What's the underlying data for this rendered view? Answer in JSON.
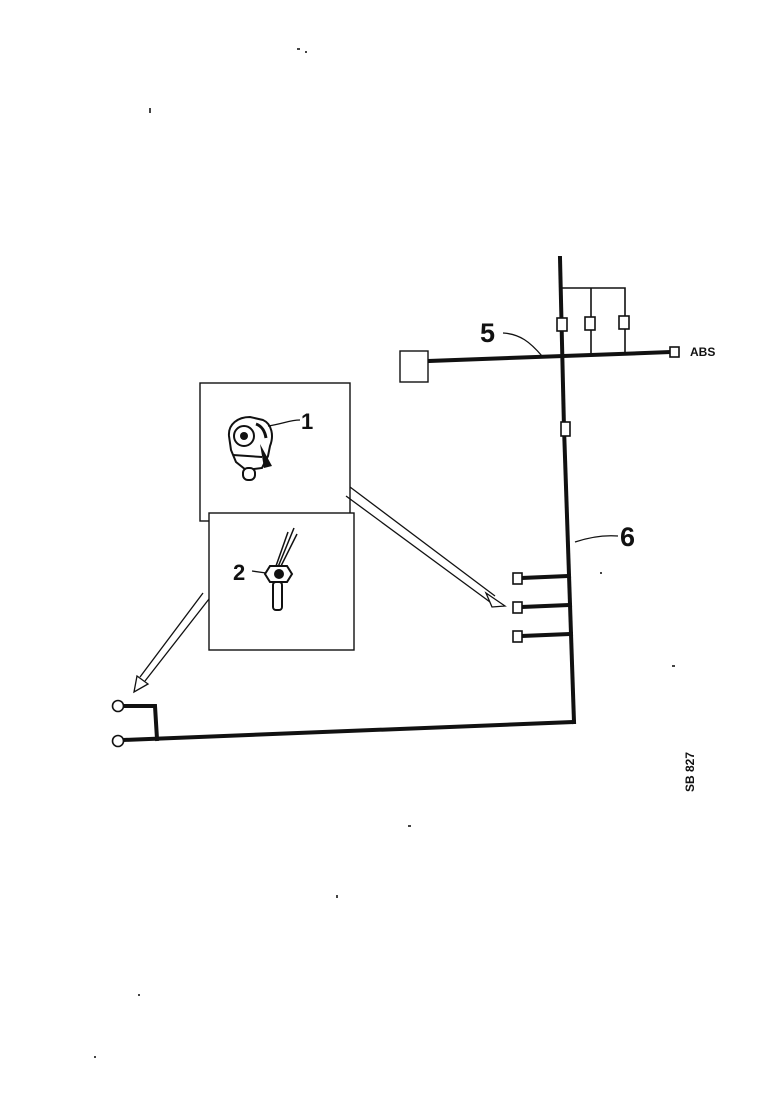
{
  "diagram": {
    "callouts": {
      "item1": "1",
      "item2": "2",
      "harness_5": "5",
      "harness_6": "6"
    },
    "abs_label": "ABS",
    "figure_id": "SB 827"
  }
}
